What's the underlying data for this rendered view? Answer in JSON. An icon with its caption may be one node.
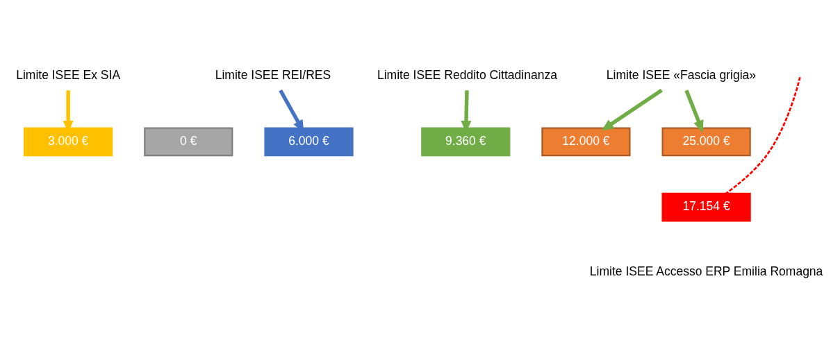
{
  "diagram": {
    "nodes": [
      {
        "text": [
          "Limite ISEE Ex SIA"
        ]
      },
      {
        "text": [
          "Limite ISEE REI/RES"
        ]
      },
      {
        "text": [
          "Limite ISEE Reddito Cittadinanza"
        ]
      },
      {
        "text": [
          "Limite ISEE «Fascia grigia»"
        ]
      },
      {
        "text": [
          "0 €"
        ]
      },
      {
        "text": [
          "3.000 €"
        ]
      },
      {
        "text": [
          "6.000 €"
        ]
      },
      {
        "text": [
          "9.360 €"
        ]
      },
      {
        "text": [
          "12.000 €"
        ]
      },
      {
        "text": [
          "25.000 €"
        ]
      },
      {
        "text": [
          "17.154 €"
        ],
        "beside": [
          "Limite ISEE Accesso ERP Emilia Romagna"
        ]
      }
    ],
    "edges": [
      {
        "from": 0,
        "to": 5,
        "arrow": "to",
        "color": "#ffc000"
      },
      {
        "from": 1,
        "to": 6,
        "arrow": "to",
        "color": "#4472c4"
      },
      {
        "from": 2,
        "to": 7,
        "arrow": "to",
        "color": "#70ad47"
      },
      {
        "from": 3,
        "to": 8,
        "arrow": "to",
        "color": "#70ad47"
      },
      {
        "from": 3,
        "to": 9,
        "arrow": "to",
        "color": "#70ad47"
      },
      {
        "from": null,
        "to": 10,
        "arrow": "none",
        "style": "dashed",
        "color": "#ff0000"
      }
    ]
  }
}
